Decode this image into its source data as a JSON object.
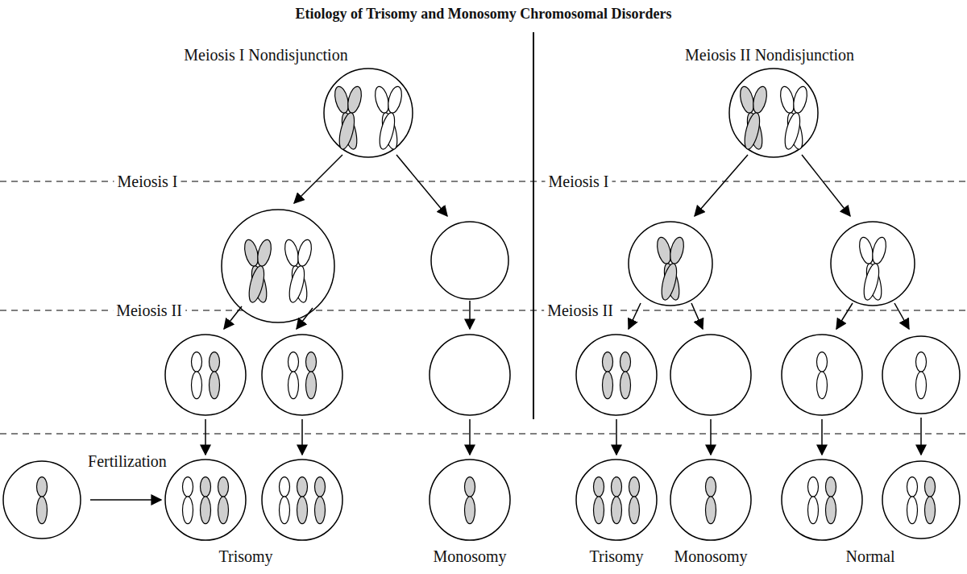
{
  "diagram": {
    "title": "Etiology of Trisomy and Monosomy Chromosomal Disorders",
    "labels": [
      "Meiosis I Nondisjunction",
      "Meiosis II Nondisjunction",
      "Meiosis I",
      "Meiosis I",
      "Meiosis II",
      "Meiosis II",
      "Fertilization",
      "Trisomy",
      "Monosomy",
      "Trisomy",
      "Monosomy",
      "Normal"
    ]
  }
}
